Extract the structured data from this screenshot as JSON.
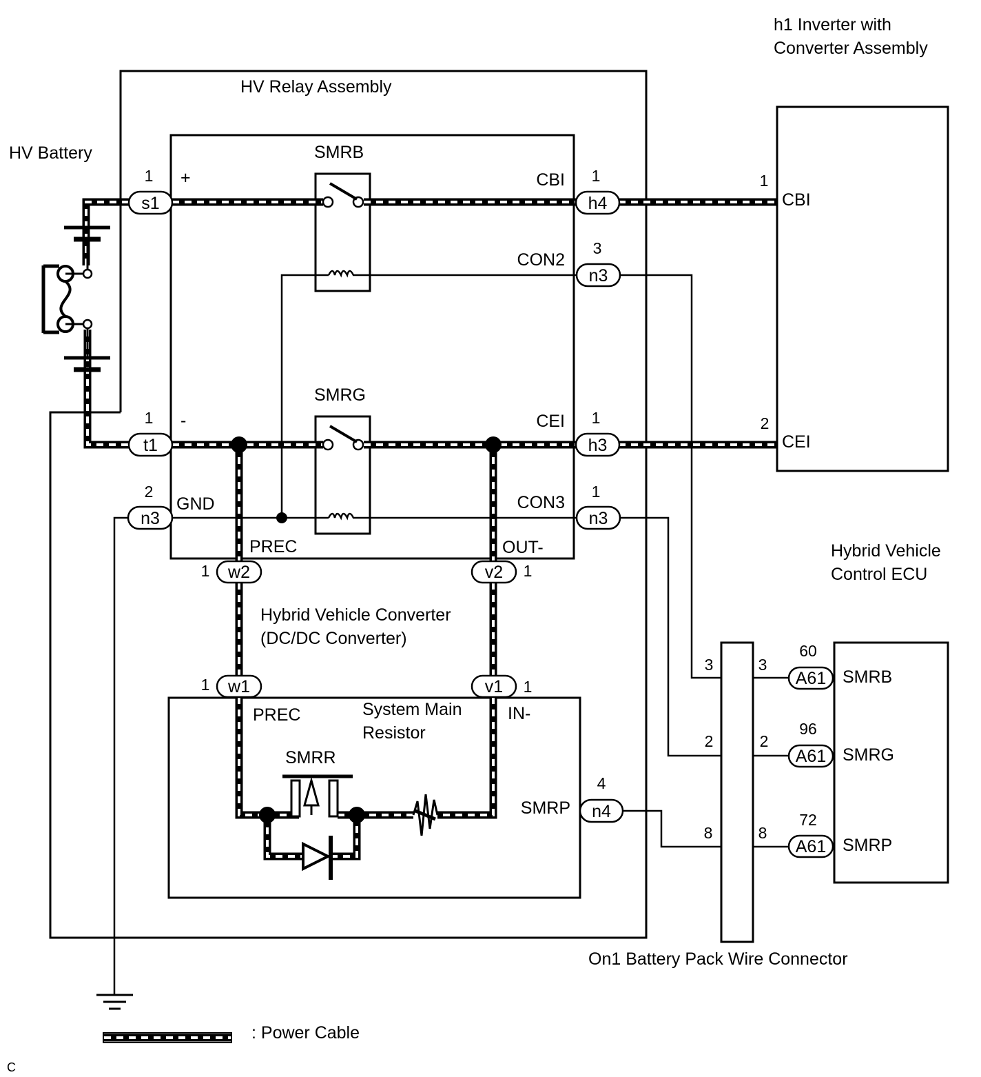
{
  "labels": {
    "inverter_title_1": "h1 Inverter with",
    "inverter_title_2": "Converter Assembly",
    "relay_assembly": "HV Relay Assembly",
    "hv_battery": "HV Battery",
    "smrb": "SMRB",
    "smrg": "SMRG",
    "smrr": "SMRR",
    "plus": "+",
    "minus": "-",
    "cbi": "CBI",
    "cei": "CEI",
    "con2": "CON2",
    "con3": "CON3",
    "gnd": "GND",
    "prec": "PREC",
    "out_minus": "OUT-",
    "in_minus": "IN-",
    "inv_cbi": "CBI",
    "inv_cei": "CEI",
    "hvc_ecu_1": "Hybrid Vehicle",
    "hvc_ecu_2": "Control ECU",
    "dcdc_1": "Hybrid Vehicle Converter",
    "dcdc_2": "(DC/DC Converter)",
    "smr_resistor_1": "System Main",
    "smr_resistor_2": "Resistor",
    "prec2": "PREC",
    "smrp": "SMRP",
    "ecu_smrb": "SMRB",
    "ecu_smrg": "SMRG",
    "ecu_smrp": "SMRP",
    "battery_pack_connector": "On1 Battery Pack Wire Connector",
    "legend": ": Power Cable",
    "corner_mark": "C"
  },
  "connectors": {
    "s1": "s1",
    "t1": "t1",
    "n3_gnd": "n3",
    "h4": "h4",
    "n3_con2": "n3",
    "h3": "h3",
    "n3_con3": "n3",
    "w2": "w2",
    "v2": "v2",
    "w1": "w1",
    "v1": "v1",
    "n4": "n4",
    "a61_smrb": "A61",
    "a61_smrg": "A61",
    "a61_smrp": "A61"
  },
  "pins": {
    "s1": "1",
    "t1": "1",
    "n3_gnd": "2",
    "h4": "1",
    "n3_con2": "3",
    "h3": "1",
    "n3_con3": "1",
    "w2": "1",
    "v2": "1",
    "w1": "1",
    "v1": "1",
    "n4": "4",
    "inv_cbi": "1",
    "inv_cei": "2",
    "a61_smrb": "60",
    "a61_smrg": "96",
    "a61_smrp": "72",
    "on1_smrb_left": "3",
    "on1_smrb_right": "3",
    "on1_smrg_left": "2",
    "on1_smrg_right": "2",
    "on1_smrp_left": "8",
    "on1_smrp_right": "8"
  }
}
